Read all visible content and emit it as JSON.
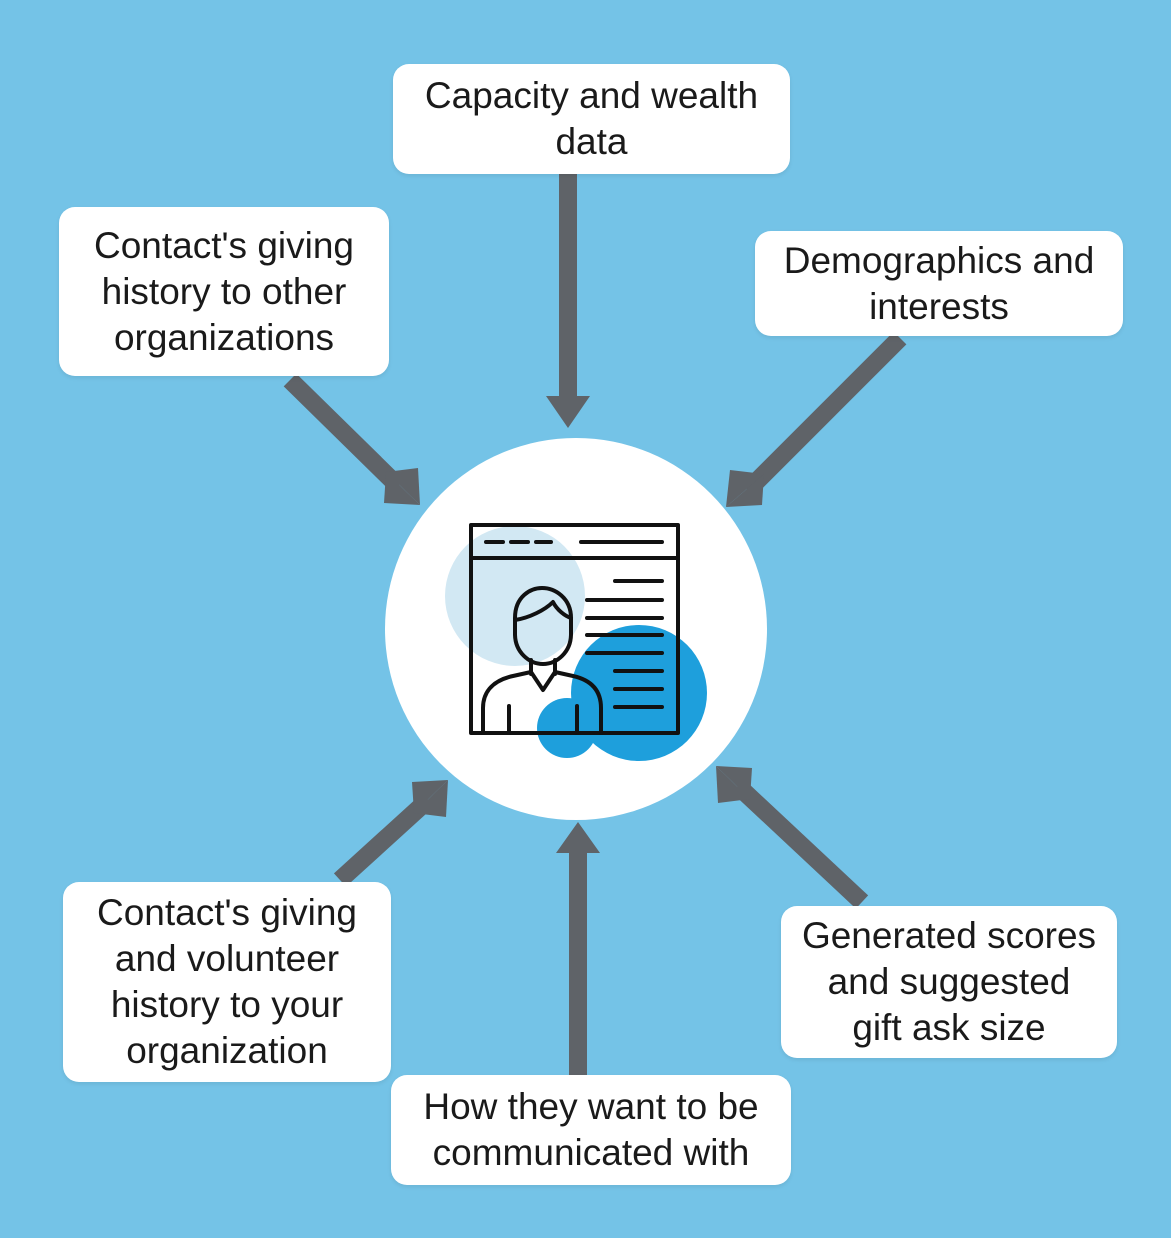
{
  "diagram": {
    "center": {
      "icon": "contact-profile-icon"
    },
    "nodes": {
      "top": "Capacity and wealth\ndata",
      "top_left": "Contact's giving\nhistory to other\norganizations",
      "top_right": "Demographics and\ninterests",
      "bottom_left": "Contact's giving\nand volunteer\nhistory to your\norganization",
      "bottom": "How they want to be\ncommunicated with",
      "bottom_right": "Generated scores\nand suggested\ngift ask size"
    }
  },
  "colors": {
    "background": "#74c3e7",
    "arrow": "#5f6368",
    "box": "#ffffff",
    "accent_blue": "#1e9fdc",
    "pale_blue": "#d2e8f3",
    "icon_stroke": "#111111"
  }
}
